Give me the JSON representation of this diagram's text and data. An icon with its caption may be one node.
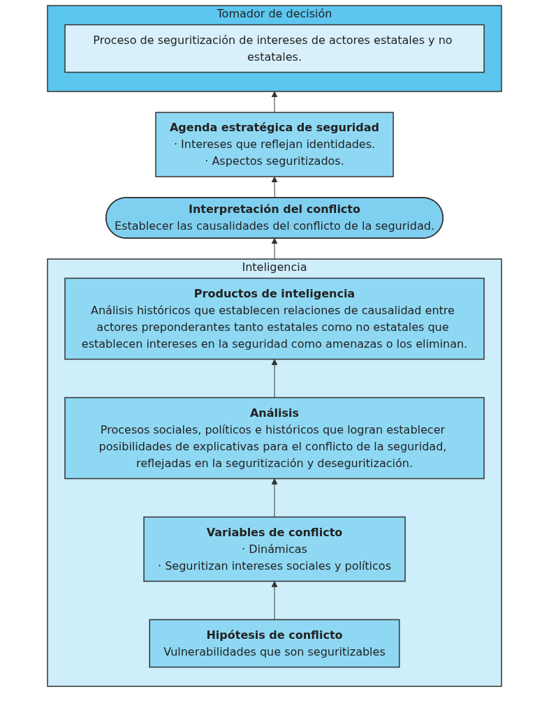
{
  "diagram": {
    "nodes": [
      {
        "text": [
          "Tomador de decisión"
        ]
      },
      {
        "text": [
          "Proceso de seguritización de intereses de actores estatales y no estatales."
        ],
        "in": 0
      },
      {
        "text": [
          "Agenda estratégica de seguridad",
          "· Intereses que reflejan identidades.",
          "· Aspectos seguritizados."
        ]
      },
      {
        "text": [
          "Interpretación del conflicto",
          "Establecer las causalidades del conflicto de la seguridad."
        ]
      },
      {
        "text": [
          "Inteligencia"
        ]
      },
      {
        "text": [
          "Productos de inteligencia",
          "Análisis históricos que establecen relaciones de causalidad entre actores preponderantes tanto estatales como no estatales que establecen intereses en la seguridad como amenazas o los eliminan."
        ],
        "in": 4
      },
      {
        "text": [
          "Análisis",
          "Procesos sociales, políticos e históricos que logran establecer posibilidades de explicativas para el conflicto de la seguridad, reflejadas en la seguritización y deseguritización."
        ],
        "in": 4
      },
      {
        "text": [
          "Variables de conflicto",
          "· Dinámicas",
          "· Seguritizan intereses sociales y políticos"
        ],
        "in": 4
      },
      {
        "text": [
          "Hipótesis de conflicto",
          "Vulnerabilidades que son seguritizables"
        ],
        "in": 4
      }
    ],
    "edges": [
      {
        "from": 8,
        "to": 7,
        "arrow": "to"
      },
      {
        "from": 7,
        "to": 6,
        "arrow": "to"
      },
      {
        "from": 6,
        "to": 5,
        "arrow": "to"
      },
      {
        "from": 4,
        "to": 3,
        "arrow": "to"
      },
      {
        "from": 3,
        "to": 2,
        "arrow": "to"
      },
      {
        "from": 2,
        "to": 0,
        "arrow": "to"
      }
    ]
  }
}
